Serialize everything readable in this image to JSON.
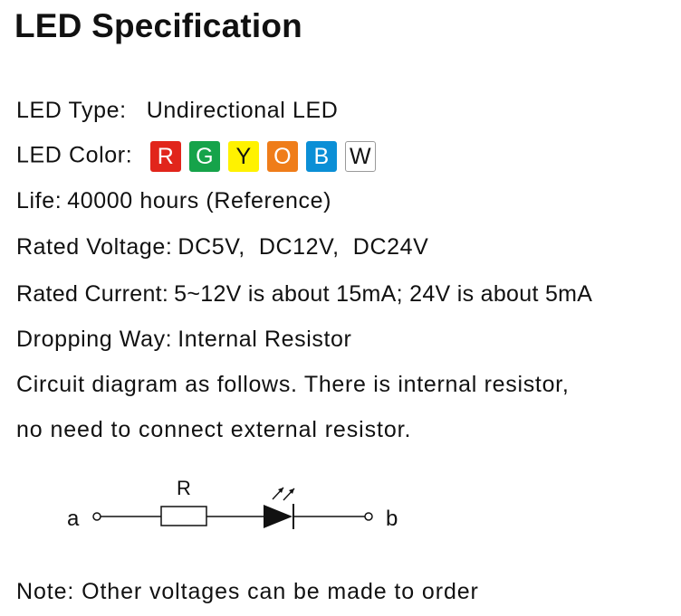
{
  "title": "LED Specification",
  "led_type": {
    "label": "LED Type:",
    "value": "Undirectional LED"
  },
  "led_color": {
    "label": "LED Color:",
    "swatches": [
      {
        "letter": "R",
        "bg": "#e1251b",
        "fg": "#ffffff",
        "border": "#e1251b"
      },
      {
        "letter": "G",
        "bg": "#16a34a",
        "fg": "#ffffff",
        "border": "#16a34a"
      },
      {
        "letter": "Y",
        "bg": "#fff200",
        "fg": "#111111",
        "border": "#fff200"
      },
      {
        "letter": "O",
        "bg": "#ef7d1a",
        "fg": "#ffffff",
        "border": "#ef7d1a"
      },
      {
        "letter": "B",
        "bg": "#0b8fd6",
        "fg": "#ffffff",
        "border": "#0b8fd6"
      },
      {
        "letter": "W",
        "bg": "#ffffff",
        "fg": "#111111",
        "border": "#9a9a9a"
      }
    ]
  },
  "life": {
    "label": "Life:",
    "value": "40000 hours (Reference)"
  },
  "rated_voltage": {
    "label": "Rated Voltage:",
    "value": "DC5V,  DC12V,  DC24V"
  },
  "rated_current": {
    "label": "Rated Current:",
    "value": "5~12V is about 15mA; 24V is about 5mA"
  },
  "dropping_way": {
    "label": "Dropping Way:",
    "value": "Internal Resistor"
  },
  "circuit_text": {
    "line1": "Circuit diagram as follows. There is internal resistor,",
    "line2": "no need to connect external resistor."
  },
  "circuit": {
    "terminal_a": "a",
    "resistor_label": "R",
    "terminal_b": "b"
  },
  "note": "Note: Other voltages can be made to order"
}
